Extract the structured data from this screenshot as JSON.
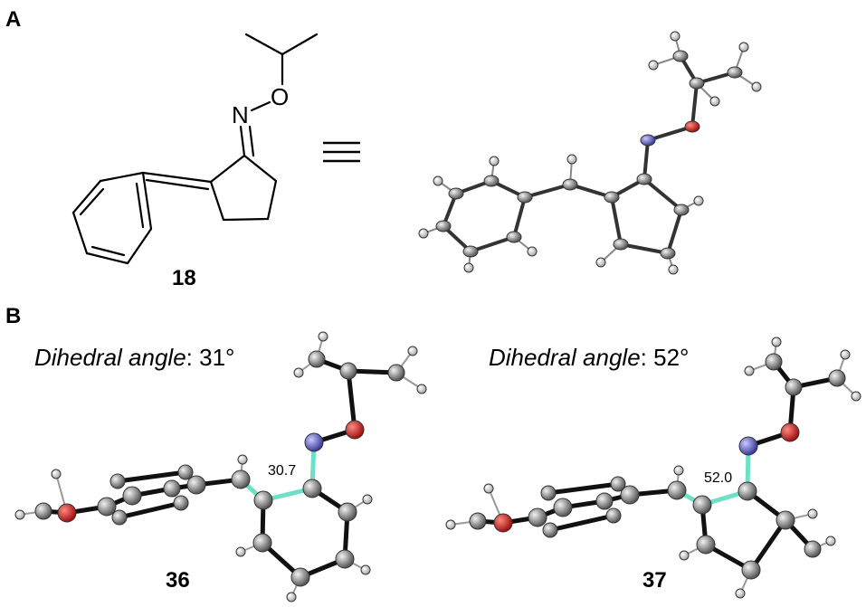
{
  "panels": {
    "a": {
      "letter": "A",
      "compound_label": "18",
      "atom_N": "N",
      "atom_O": "O",
      "equiv_symbol": "≡"
    },
    "b": {
      "letter": "B",
      "conformers": [
        {
          "label": "36",
          "dihedral_caption": "Dihedral angle",
          "dihedral_value": ": 31°",
          "measured_angle": "30.7"
        },
        {
          "label": "37",
          "dihedral_caption": "Dihedral angle",
          "dihedral_value": ": 52°",
          "measured_angle": "52.0"
        }
      ]
    }
  },
  "colors": {
    "carbon": "#8a8a8a",
    "hydrogen": "#e6e6e6",
    "nitrogen": "#4a4aa8",
    "oxygen": "#d8261c",
    "highlight_bond": "#6ee0c8"
  }
}
